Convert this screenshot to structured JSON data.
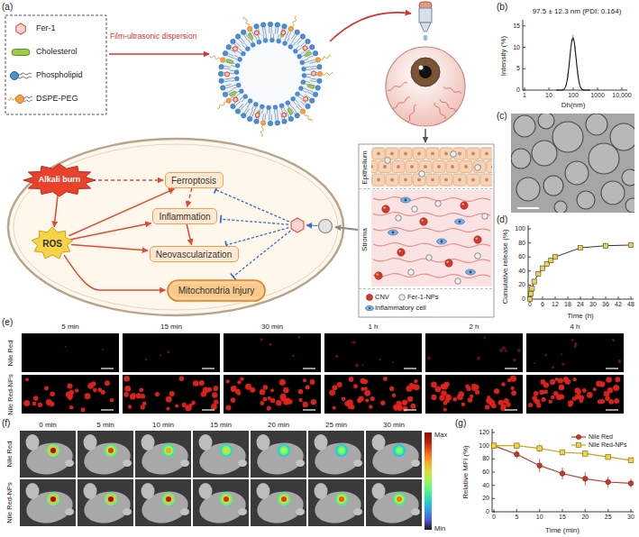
{
  "diagram": {
    "nodes": [
      {
        "text": [
          "Alkali burn"
        ]
      },
      {
        "text": [
          "ROS"
        ]
      },
      {
        "text": [
          "Ferroptosis"
        ]
      },
      {
        "text": [
          "Inflammation"
        ]
      },
      {
        "text": [
          "Neovascularization"
        ]
      },
      {
        "text": [
          "Mitochondria Injury"
        ]
      }
    ],
    "edges": [
      {
        "from": 0,
        "to": 1,
        "arrow": "to"
      },
      {
        "from": 0,
        "to": 2,
        "arrow": "to"
      },
      {
        "from": 1,
        "to": 2,
        "arrow": "to"
      },
      {
        "from": 1,
        "to": 3,
        "arrow": "to"
      },
      {
        "from": 1,
        "to": 4,
        "arrow": "to"
      },
      {
        "from": 1,
        "to": 5,
        "arrow": "to"
      },
      {
        "from": 2,
        "to": 3,
        "arrow": "to"
      },
      {
        "from": 3,
        "to": 4,
        "arrow": "to"
      }
    ],
    "labels": [
      "(a)",
      "(b)",
      "(c)",
      "(d)",
      "(e)",
      "(f)",
      "(g)",
      "Film-ultrasonic dispersion",
      "Epithelium",
      "Stroma",
      "97.5 ± 12.3 nm (PDI: 0.164)",
      "Intensity (%)",
      "Dh(nm)",
      "0",
      "5",
      "10",
      "15",
      "1",
      "10",
      "100",
      "1000",
      "10,000",
      "Cumulative release (%)",
      "Time (h)",
      "0",
      "20",
      "40",
      "60",
      "80",
      "100",
      "0",
      "6",
      "12",
      "18",
      "24",
      "30",
      "36",
      "42",
      "48",
      "5 min",
      "15 min",
      "30 min",
      "1 h",
      "2 h",
      "4 h",
      "Nile Red",
      "Nile Red-NPs",
      "0 min",
      "5 min",
      "10 min",
      "15 min",
      "20 min",
      "25 min",
      "30 min",
      "Nile Red",
      "Nile Red-NPs",
      "Max",
      "Min",
      "Relative MFI (%)",
      "Time (min)",
      "0",
      "20",
      "40",
      "60",
      "80",
      "100",
      "120",
      "0",
      "5",
      "10",
      "15",
      "20",
      "25",
      "30"
    ],
    "legend": [
      {
        "text": "Fer-1"
      },
      {
        "text": "Cholesterol"
      },
      {
        "text": "Phospholipid"
      },
      {
        "text": "DSPE-PEG"
      },
      {
        "text": "CNV"
      },
      {
        "text": "Fer-1-NPs"
      },
      {
        "text": "Inflammatory cell"
      },
      {
        "text": "Nile Red"
      },
      {
        "text": "Nile Red-NPs"
      }
    ]
  }
}
